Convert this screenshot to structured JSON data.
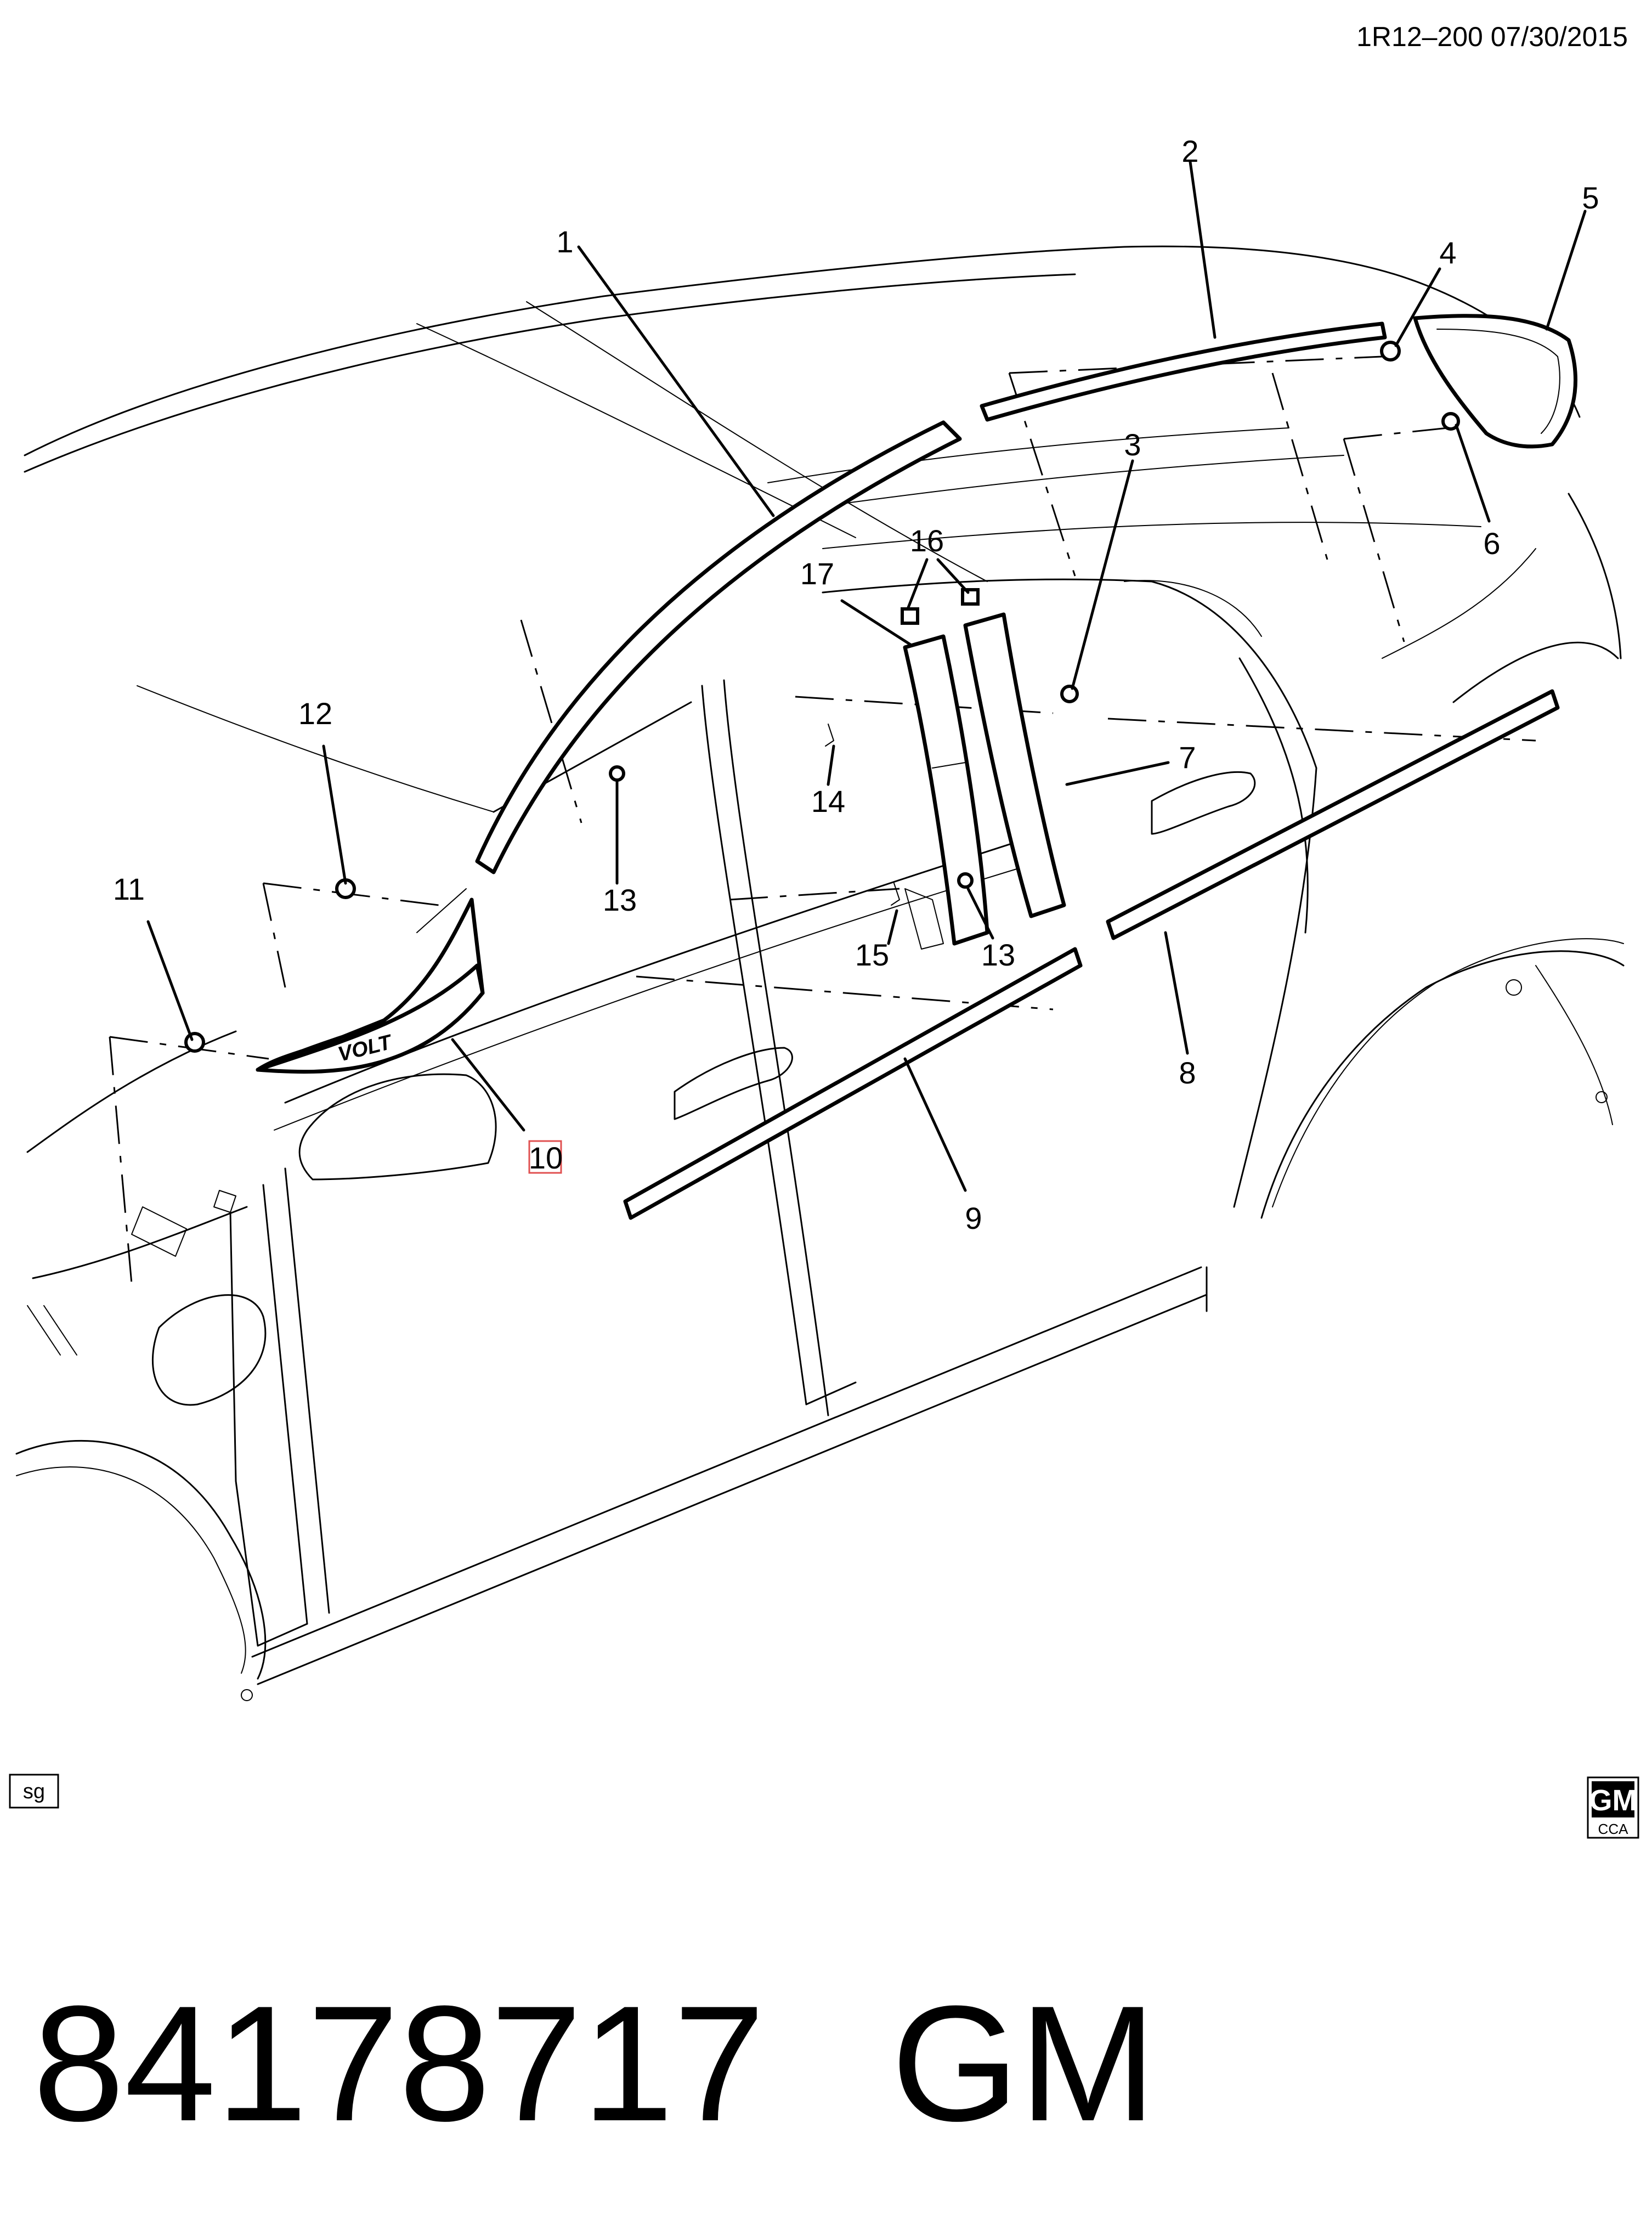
{
  "header": {
    "ref": "1R12–200  07/30/2015"
  },
  "callouts": {
    "c1": "1",
    "c2": "2",
    "c3": "3",
    "c4": "4",
    "c5": "5",
    "c6": "6",
    "c7": "7",
    "c8": "8",
    "c9": "9",
    "c10": "10",
    "c11": "11",
    "c12": "12",
    "c13a": "13",
    "c13b": "13",
    "c14": "14",
    "c15": "15",
    "c16": "16",
    "c17": "17"
  },
  "emblem_text": "VOLT",
  "illustrator_tag": "sg",
  "logo": {
    "main": "GM",
    "sub": "CCA"
  },
  "footer": {
    "part_number": "84178717",
    "brand": "GM"
  }
}
